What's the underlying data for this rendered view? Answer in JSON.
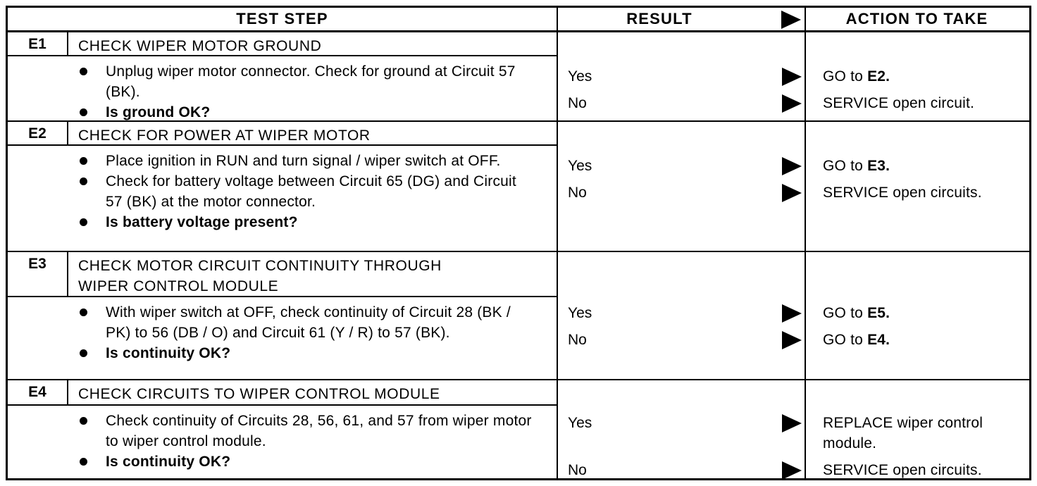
{
  "table": {
    "header": {
      "test_step": "TEST STEP",
      "result": "RESULT",
      "action": "ACTION TO TAKE"
    },
    "colors": {
      "ink": "#000000",
      "paper": "#ffffff"
    },
    "sections": [
      {
        "id": "E1",
        "title": "CHECK WIPER MOTOR GROUND",
        "title2": "",
        "bullets": [
          "Unplug wiper motor connector. Check for ground at Circuit 57 (BK)."
        ],
        "question": "Is ground OK?",
        "results": [
          {
            "label": "Yes",
            "action_pre": "GO to ",
            "action_strong": "E2.",
            "action_line2": ""
          },
          {
            "label": "No",
            "action_pre": "SERVICE open circuit.",
            "action_strong": "",
            "action_line2": ""
          }
        ]
      },
      {
        "id": "E2",
        "title": "CHECK FOR POWER AT WIPER MOTOR",
        "title2": "",
        "bullets": [
          "Place ignition in RUN and turn signal / wiper switch at OFF.",
          "Check for battery voltage between Circuit 65 (DG) and Circuit 57 (BK) at the motor connector."
        ],
        "question": "Is battery voltage present?",
        "results": [
          {
            "label": "Yes",
            "action_pre": "GO to ",
            "action_strong": "E3.",
            "action_line2": ""
          },
          {
            "label": "No",
            "action_pre": "SERVICE open circuits.",
            "action_strong": "",
            "action_line2": ""
          }
        ]
      },
      {
        "id": "E3",
        "title": "CHECK MOTOR CIRCUIT CONTINUITY THROUGH",
        "title2": "WIPER CONTROL MODULE",
        "bullets": [
          "With wiper switch at OFF, check continuity of Circuit 28 (BK / PK) to 56 (DB / O) and Circuit 61 (Y / R) to 57 (BK)."
        ],
        "question": "Is continuity OK?",
        "results": [
          {
            "label": "Yes",
            "action_pre": "GO to ",
            "action_strong": "E5.",
            "action_line2": ""
          },
          {
            "label": "No",
            "action_pre": "GO to ",
            "action_strong": "E4.",
            "action_line2": ""
          }
        ]
      },
      {
        "id": "E4",
        "title": "CHECK CIRCUITS TO WIPER CONTROL MODULE",
        "title2": "",
        "bullets": [
          "Check continuity of Circuits 28, 56, 61, and 57 from wiper motor to wiper control module."
        ],
        "question": "Is continuity OK?",
        "results": [
          {
            "label": "Yes",
            "action_pre": "REPLACE wiper control",
            "action_strong": "",
            "action_line2": "module."
          },
          {
            "label": "No",
            "action_pre": "SERVICE open circuits.",
            "action_strong": "",
            "action_line2": ""
          }
        ]
      }
    ]
  }
}
